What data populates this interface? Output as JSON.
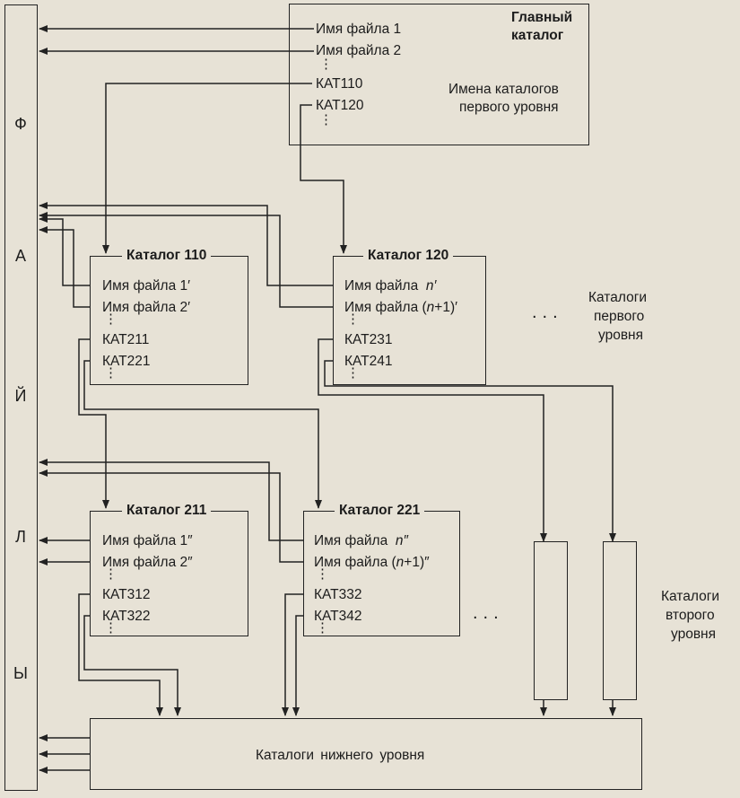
{
  "file_system": {
    "title": "ФАЙЛЫ",
    "letters": [
      "Ф",
      "А",
      "Й",
      "Л",
      "Ы"
    ]
  },
  "main_catalog": {
    "title": "Главный каталог",
    "title_line1": "Главный",
    "title_line2": "каталог",
    "files": [
      "Имя файла 1",
      "Имя файла 2"
    ],
    "dirs": [
      "КАТ110",
      "КАТ120"
    ],
    "note_line1": "Имена каталогов",
    "note_line2": "первого уровня"
  },
  "catalog_110": {
    "title": "Каталог 110",
    "files": [
      "Имя файла 1′",
      "Имя файла 2′"
    ],
    "dirs": [
      "КАТ211",
      "КАТ221"
    ]
  },
  "catalog_120": {
    "title": "Каталог 120",
    "file1_prefix": "Имя файла",
    "file1_var": "n′",
    "file2_prefix": "Имя файла (",
    "file2_var": "n",
    "file2_suffix": "+1)′",
    "dirs": [
      "КАТ231",
      "КАТ241"
    ]
  },
  "catalog_211": {
    "title": "Каталог 211",
    "files": [
      "Имя файла 1″",
      "Имя файла 2″"
    ],
    "dirs": [
      "КАТ312",
      "КАТ322"
    ]
  },
  "catalog_221": {
    "title": "Каталог 221",
    "file1_prefix": "Имя файла",
    "file1_var": "n″",
    "file2_prefix": "Имя файла (",
    "file2_var": "n",
    "file2_suffix": "+1)″",
    "dirs": [
      "КАТ332",
      "КАТ342"
    ]
  },
  "first_level_label": {
    "line1": "Каталоги",
    "line2": "первого",
    "line3": "уровня",
    "ellipsis": "..."
  },
  "second_level_label": {
    "line1": "Каталоги",
    "line2": "второго",
    "line3": "уровня",
    "ellipsis": "..."
  },
  "bottom_catalogs": {
    "label": "Каталоги нижнего уровня"
  },
  "vertical_dots": "⋮"
}
